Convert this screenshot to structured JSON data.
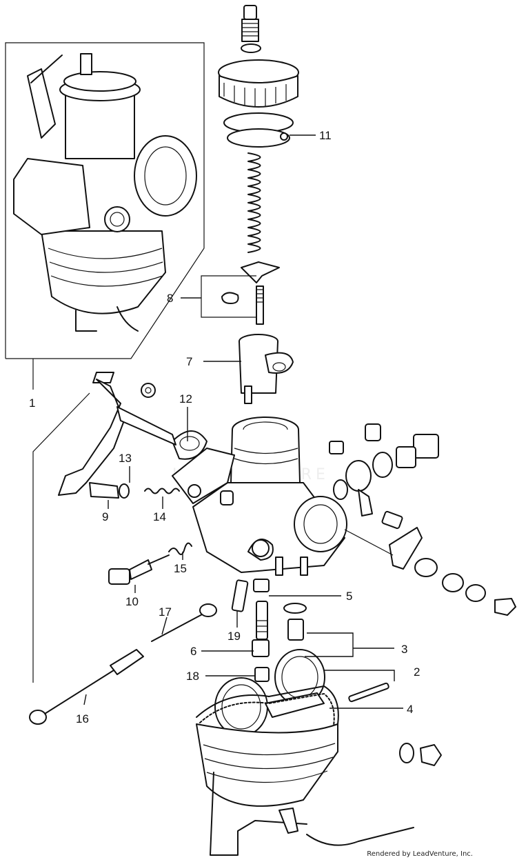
{
  "diagram": {
    "callouts": [
      "1",
      "2",
      "3",
      "4",
      "5",
      "6",
      "7",
      "8",
      "9",
      "10",
      "11",
      "12",
      "13",
      "14",
      "15",
      "16",
      "17",
      "18",
      "19"
    ],
    "watermark": "LEADVENTURE",
    "credit": "Rendered by LeadVenture, Inc."
  }
}
